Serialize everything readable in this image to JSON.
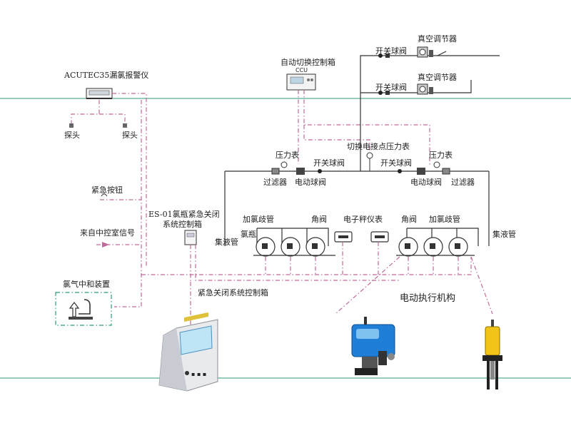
{
  "labels": {
    "gas_alarm": "ACUTEC35漏氯报警仪",
    "probe_left": "探头",
    "probe_right": "探头",
    "emergency_button": "紧急按钮",
    "central_signal": "来自中控室信号",
    "neutralizer": "氯气中和装置",
    "es01_line1": "ES-01氯瓶紧急关闭",
    "es01_line2": "系统控制箱",
    "auto_switch_box": "自动切换控制箱",
    "ccu": "CCU",
    "vacuum_regulator_1": "真空调节器",
    "vacuum_regulator_2": "真空调节器",
    "switch_valve_top_1": "开关球阀",
    "switch_valve_top_2": "开关球阀",
    "pressure_gauge_left": "压力表",
    "pressure_gauge_right": "压力表",
    "switch_valve_left": "开关球阀",
    "switch_valve_right": "开关球阀",
    "contact_pressure_gauge": "切换电接点压力表",
    "filter_left": "过滤器",
    "filter_right": "过滤器",
    "electric_valve_left": "电动球阀",
    "electric_valve_right": "电动球阀",
    "chlorine_manifold_left": "加氯歧管",
    "chlorine_manifold_right": "加氯歧管",
    "angle_valve_left": "角阀",
    "angle_valve_right": "角阀",
    "scale_instrument": "电子秤仪表",
    "cylinder": "氯瓶",
    "header_pipe_left": "集液管",
    "header_pipe_right": "集液管",
    "emergency_close_box": "紧急关闭系统控制箱",
    "electric_actuator": "电动执行机构"
  },
  "colors": {
    "signal_line": "#c06a9a",
    "guide_line": "#2e9e78",
    "pipe_line": "#333333",
    "actuator_blue": "#1f7fd6",
    "actuator_yellow": "#f2c418"
  }
}
